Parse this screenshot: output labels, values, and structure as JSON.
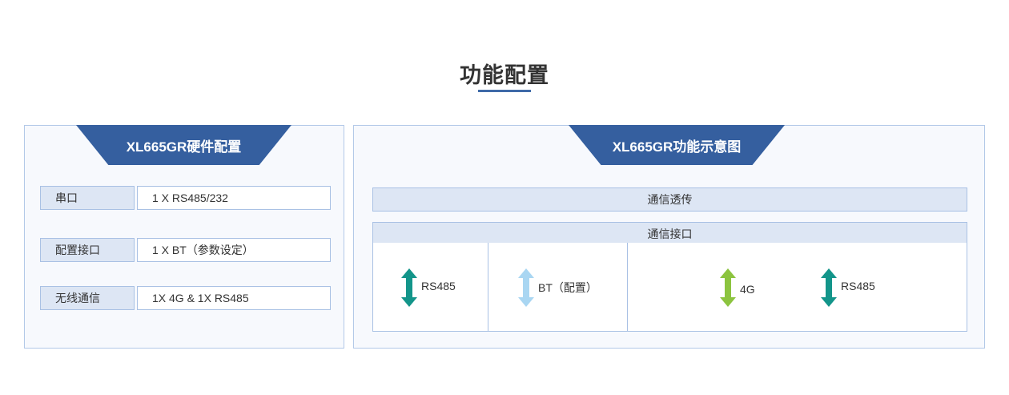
{
  "page": {
    "title": "功能配置",
    "accent_color": "#355f9f"
  },
  "hardware": {
    "title": "XL665GR硬件配置",
    "rows": [
      {
        "label": "串口",
        "value": "1 X RS485/232"
      },
      {
        "label": "配置接口",
        "value": "1 X BT（参数设定）"
      },
      {
        "label": "无线通信",
        "value": "1X 4G & 1X RS485"
      }
    ]
  },
  "function": {
    "title": "XL665GR功能示意图",
    "transparent_label": "通信透传",
    "interface_label": "通信接口",
    "interfaces": [
      {
        "label": "RS485",
        "icon": "double-arrow-teal-icon",
        "color": "#13958a"
      },
      {
        "label": "BT（配置）",
        "icon": "double-arrow-lightblue-icon",
        "color": "#a9d6f2"
      },
      {
        "label": "4G",
        "icon": "double-arrow-green-icon",
        "color": "#8cc43f"
      },
      {
        "label": "RS485",
        "icon": "double-arrow-teal-icon",
        "color": "#13958a"
      }
    ]
  }
}
